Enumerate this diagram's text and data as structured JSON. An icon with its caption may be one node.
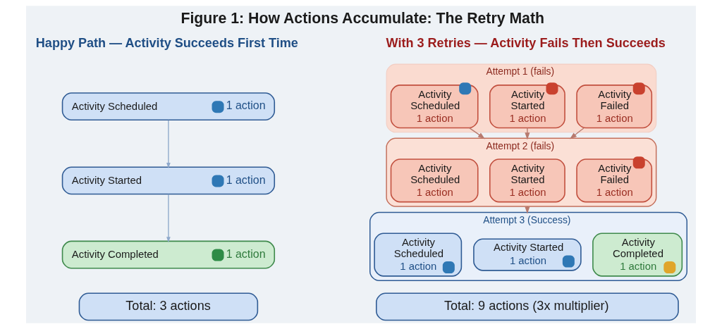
{
  "diagram": {
    "title": "Figure 1: How Actions Accumulate: The Retry Math",
    "nodes": [
      {
        "text": [
          "Activity Scheduled",
          "1 action"
        ]
      },
      {
        "text": [
          "Activity Started",
          "1 action"
        ]
      },
      {
        "text": [
          "Activity Completed",
          "1 action"
        ]
      },
      {
        "text": [
          "Total: 3 actions"
        ]
      },
      {
        "text": [
          "Attempt 1 (fails)"
        ]
      },
      {
        "text": [
          "Activity Scheduled",
          "1 action"
        ],
        "in": 4
      },
      {
        "text": [
          "Activity Started",
          "1 action"
        ],
        "in": 4
      },
      {
        "text": [
          "Activity Failed",
          "1 action"
        ],
        "in": 4
      },
      {
        "text": [
          "Attempt 2 (fails)"
        ]
      },
      {
        "text": [
          "Activity Scheduled",
          "1 action"
        ],
        "in": 8
      },
      {
        "text": [
          "Activity Started",
          "1 action"
        ],
        "in": 8
      },
      {
        "text": [
          "Activity Failed",
          "1 action"
        ],
        "in": 8
      },
      {
        "text": [
          "Attempt 3 (Success)"
        ]
      },
      {
        "text": [
          "Activity Scheduled",
          "1 action"
        ],
        "in": 12
      },
      {
        "text": [
          "Activity Started",
          "1 action"
        ],
        "in": 12
      },
      {
        "text": [
          "Activity Completed",
          "1 action"
        ],
        "in": 12
      },
      {
        "text": [
          "Total: 9 actions (3x multiplier)"
        ]
      }
    ],
    "edges": [
      {
        "from": 0,
        "to": 1,
        "arrow": "to",
        "color": "#8fa9cc"
      },
      {
        "from": 1,
        "to": 2,
        "arrow": "to",
        "color": "#8fa9cc"
      },
      {
        "from": 5,
        "to": 8,
        "arrow": "to"
      },
      {
        "from": 6,
        "to": 8,
        "arrow": "to"
      },
      {
        "from": 7,
        "to": 8,
        "arrow": "to"
      },
      {
        "from": 8,
        "to": 12,
        "arrow": "to"
      }
    ],
    "labels": [
      "Happy Path — Activity Succeeds First Time",
      "With 3 Retries — Activity Fails Then Succeeds"
    ]
  }
}
